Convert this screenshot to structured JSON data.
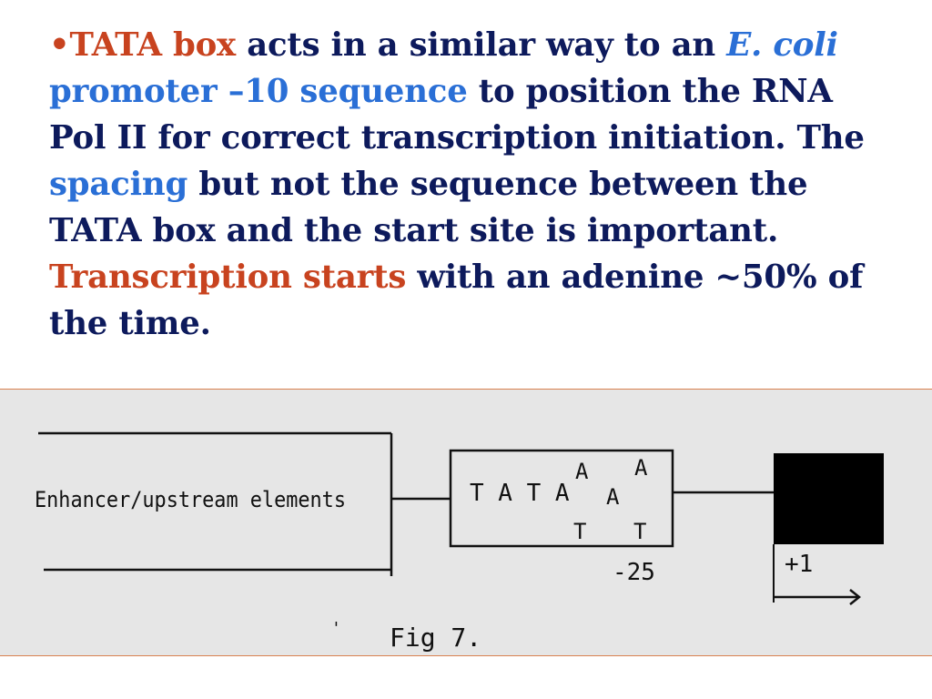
{
  "paragraph": {
    "bullet": "•",
    "segments": [
      {
        "text": "TATA box",
        "style": "red"
      },
      {
        "text": " acts in a similar way to an ",
        "style": "dark"
      },
      {
        "text": "E. coli",
        "style": "blue-italic"
      },
      {
        "text": " promoter –10 sequence",
        "style": "blue"
      },
      {
        "text": " to position the RNA Pol II for correct transcription initiation. The ",
        "style": "dark"
      },
      {
        "text": "spacing",
        "style": "blue"
      },
      {
        "text": " but not the sequence between the TATA box and the start site is important. ",
        "style": "dark"
      },
      {
        "text": "Transcription starts",
        "style": "red"
      },
      {
        "text": " with an adenine ~50% of the time.",
        "style": "dark"
      }
    ]
  },
  "colors": {
    "dark": "#0d1a5c",
    "red": "#c8431f",
    "blue": "#2a6fd6",
    "panel_bg": "#e6e6e6",
    "panel_border": "#d9814f"
  },
  "figure": {
    "enhancer_label": "Enhancer/upstream elements",
    "tata_main": "T A T A",
    "tata_top_1": "A",
    "tata_mid": "A",
    "tata_top_2": "A",
    "tata_bottom_1": "T",
    "tata_bottom_2": "T",
    "position_label": "-25",
    "start_label": "+1",
    "caption": "Fig 7.",
    "tick_mark": "'"
  }
}
